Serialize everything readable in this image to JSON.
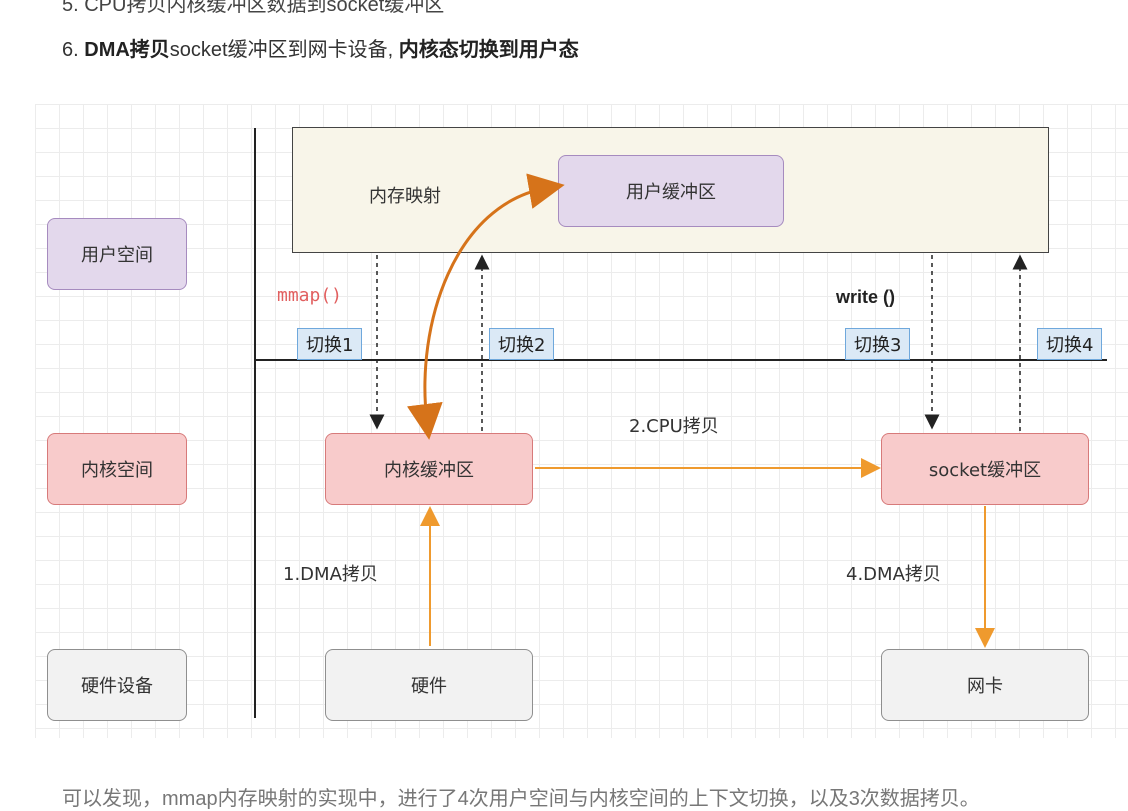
{
  "doc": {
    "top_cut_text": "5. CPU拷贝内核缓冲区数据到socket缓冲区",
    "step6": {
      "number": "6.",
      "bold1": "DMA拷贝",
      "mid": "socket缓冲区到网卡设备,",
      "bold2": "内核态切换到用户态"
    },
    "bottom_cut_text": "可以发现，mmap内存映射的实现中，进行了4次用户空间与内核空间的上下文切换，以及3次数据拷贝。"
  },
  "diagram": {
    "rows": {
      "user": "用户空间",
      "kernel": "内核空间",
      "hardware": "硬件设备"
    },
    "nodes": {
      "user_buffer": "用户缓冲区",
      "kernel_buffer": "内核缓冲区",
      "socket_buffer": "socket缓冲区",
      "hardware": "硬件",
      "nic": "网卡"
    },
    "labels": {
      "memory_mapping": "内存映射",
      "mmap": "mmap()",
      "write": "write  ()",
      "cpu_copy": "2.CPU拷贝",
      "dma_copy_in": "1.DMA拷贝",
      "dma_copy_out": "4.DMA拷贝"
    },
    "switches": [
      "切换1",
      "切换2",
      "切换3",
      "切换4"
    ],
    "colors": {
      "user_fill": "#e3d8ec",
      "kernel_fill": "#f8cbcb",
      "hardware_fill": "#f2f2f2",
      "switch_fill": "#dbe9f6",
      "arrow_orange": "#ef9a2e",
      "mapping_arrow": "#d6731a",
      "mmap_color": "#e15f5f"
    }
  }
}
